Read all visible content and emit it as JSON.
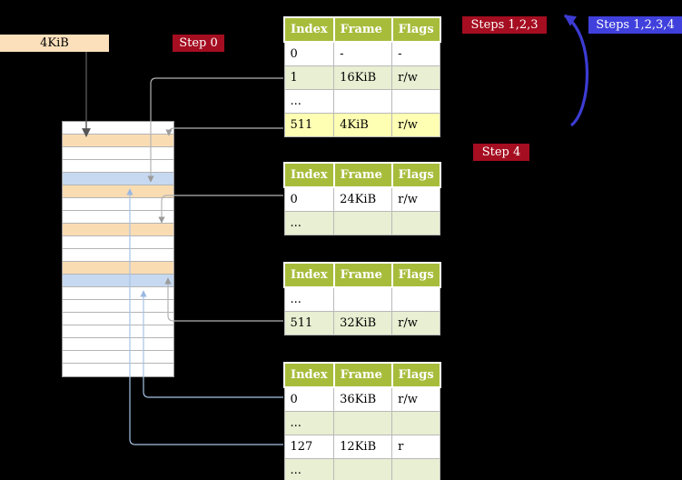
{
  "palette": {
    "background": "#000000",
    "badge_red": "#a50d20",
    "badge_blue": "#4040dd",
    "table_header_bg": "#a8bc3c",
    "row_green": "#e8efd2",
    "row_yellow_highlight": "#ffffb3",
    "memory_wheat": "#fadcb3",
    "memory_light_blue": "#c6d9f1",
    "arrow_gray": "#b3b3b3",
    "arrow_light_blue": "#a7c3e6",
    "arrow_big_blue": "#3c3cd4"
  },
  "cr3_box": {
    "label": "4KiB"
  },
  "badges": {
    "step0": "Step 0",
    "steps123": "Steps 1,2,3",
    "steps1234": "Steps 1,2,3,4",
    "step4": "Step 4"
  },
  "tables": [
    {
      "headers": [
        "Index",
        "Frame",
        "Flags"
      ],
      "rows": [
        [
          "0",
          "-",
          "-"
        ],
        [
          "1",
          "16KiB",
          "r/w"
        ],
        [
          "...",
          "",
          ""
        ],
        [
          "511",
          "4KiB",
          "r/w"
        ]
      ]
    },
    {
      "headers": [
        "Index",
        "Frame",
        "Flags"
      ],
      "rows": [
        [
          "0",
          "24KiB",
          "r/w"
        ],
        [
          "...",
          "",
          ""
        ]
      ]
    },
    {
      "headers": [
        "Index",
        "Frame",
        "Flags"
      ],
      "rows": [
        [
          "...",
          "",
          ""
        ],
        [
          "511",
          "32KiB",
          "r/w"
        ]
      ]
    },
    {
      "headers": [
        "Index",
        "Frame",
        "Flags"
      ],
      "rows": [
        [
          "0",
          "36KiB",
          "r/w"
        ],
        [
          "...",
          "",
          ""
        ],
        [
          "127",
          "12KiB",
          "r"
        ],
        [
          "...",
          "",
          ""
        ]
      ]
    }
  ],
  "memory_strip": {
    "rows": [
      "white",
      "wheat",
      "white",
      "white",
      "blue",
      "wheat",
      "white",
      "white",
      "wheat",
      "white",
      "white",
      "wheat",
      "blue",
      "white",
      "white",
      "white",
      "white",
      "white",
      "white",
      "white"
    ]
  }
}
